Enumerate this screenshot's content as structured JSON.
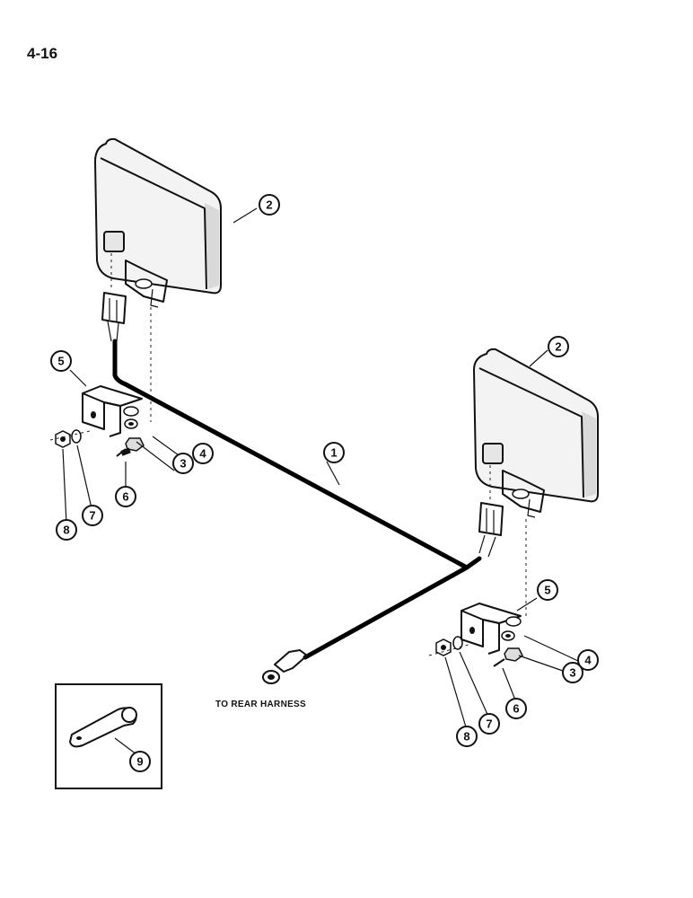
{
  "page": {
    "number": "4-16",
    "note": "TO REAR HARNESS"
  },
  "callouts": [
    "1",
    "2",
    "2",
    "3",
    "3",
    "4",
    "4",
    "5",
    "5",
    "6",
    "6",
    "7",
    "7",
    "8",
    "8",
    "9"
  ]
}
